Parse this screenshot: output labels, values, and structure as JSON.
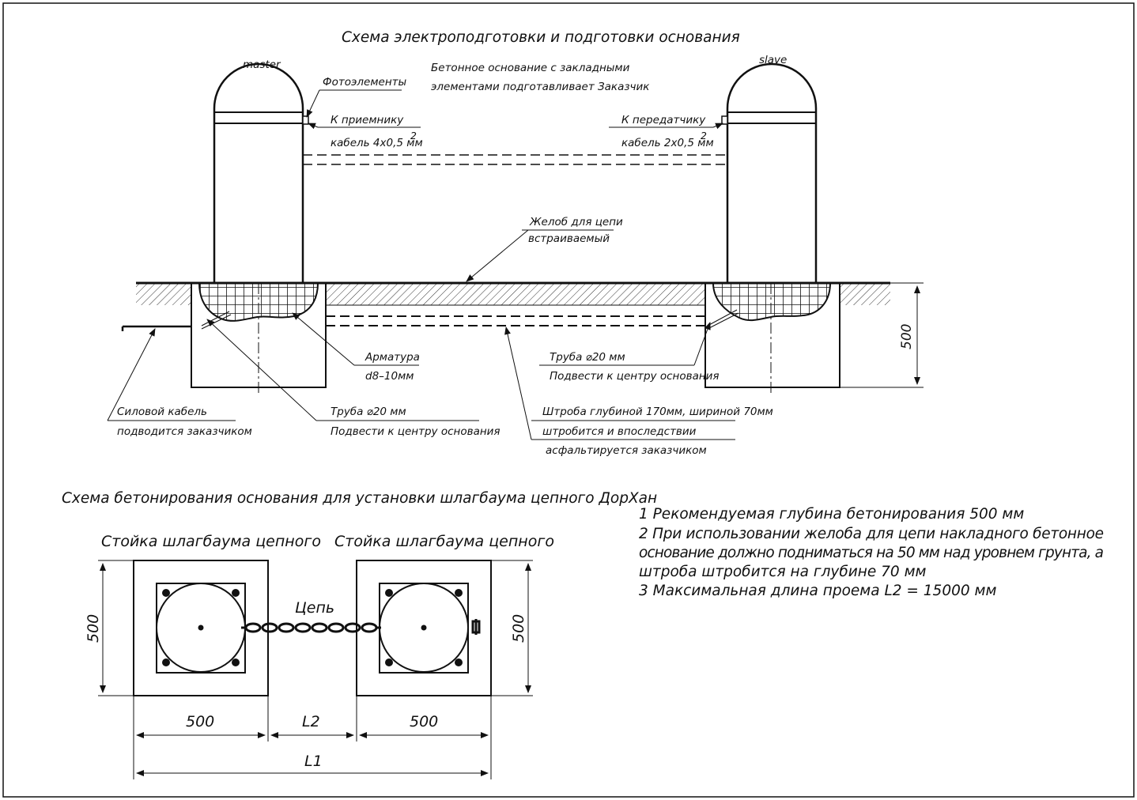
{
  "top_scheme": {
    "title": "Схема электроподготовки и подготовки основания",
    "master_label": "master",
    "slave_label": "slave",
    "photo_label": "Фотоэлементы",
    "concrete_note": [
      "Бетонное основание с закладными",
      "элементами подготавливает Заказчик"
    ],
    "receiver": [
      "К приемнику",
      "кабель 4х0,5 мм"
    ],
    "transmitter": [
      "К передатчику",
      "кабель 2х0,5 мм"
    ],
    "superscript": "2",
    "chute": [
      "Желоб для цепи",
      "встраиваемый"
    ],
    "rebar": [
      "Арматура",
      "d8–10мм"
    ],
    "pipe_right": [
      "Труба ⌀20 мм",
      "Подвести к центру основания"
    ],
    "power_cable": [
      "Силовой кабель",
      "подводится заказчиком"
    ],
    "pipe_left": [
      "Труба ⌀20 мм",
      "Подвести к центру основания"
    ],
    "groove": [
      "Штроба глубиной 170мм, шириной 70мм",
      "штробится и впоследствии",
      "асфальтируется заказчиком"
    ],
    "depth_dim": "500"
  },
  "bottom_scheme": {
    "title": "Схема бетонирования основания для установки шлагбаума цепного ДорХан",
    "post_left_label": "Стойка шлагбаума цепного",
    "post_right_label": "Стойка шлагбаума цепного",
    "chain_label": "Цепь",
    "dim_left_height": "500",
    "dim_right_height": "500",
    "dim_width_left": "500",
    "dim_gap": "L2",
    "dim_width_right": "500",
    "dim_total": "L1"
  },
  "notes": [
    "1 Рекомендуемая глубина бетонирования 500 мм",
    "2 При использовании желоба для цепи накладного бетонное",
    "основание должно подниматься на 50 мм над уровнем грунта, а",
    "штроба штробится на глубине 70 мм",
    "3 Максимальная длина проема L2 = 15000 мм"
  ]
}
